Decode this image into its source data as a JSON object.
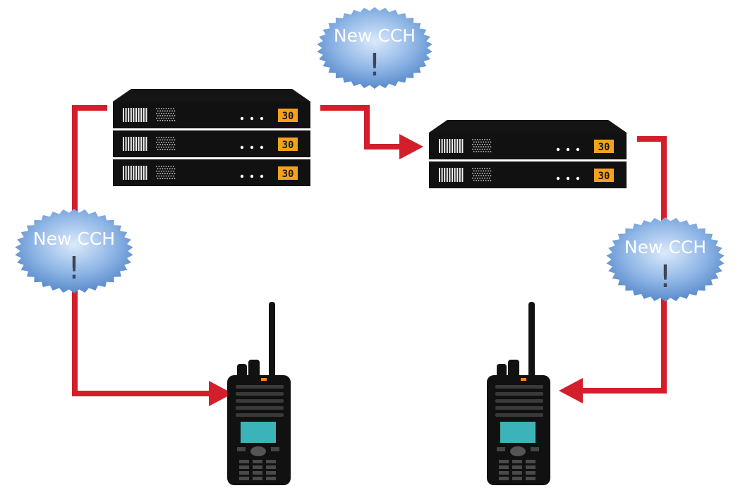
{
  "bubbles": [
    {
      "label": "New CCH",
      "mark": "!"
    },
    {
      "label": "New CCH",
      "mark": "!"
    },
    {
      "label": "New CCH",
      "mark": "!"
    }
  ],
  "repeaters": {
    "display": "30"
  },
  "colors": {
    "link": "#d21f2b",
    "bubble_light": "#dbeafb",
    "bubble_dark": "#4f82c6",
    "display": "#f5a21b",
    "screen": "#3bb3b8"
  }
}
